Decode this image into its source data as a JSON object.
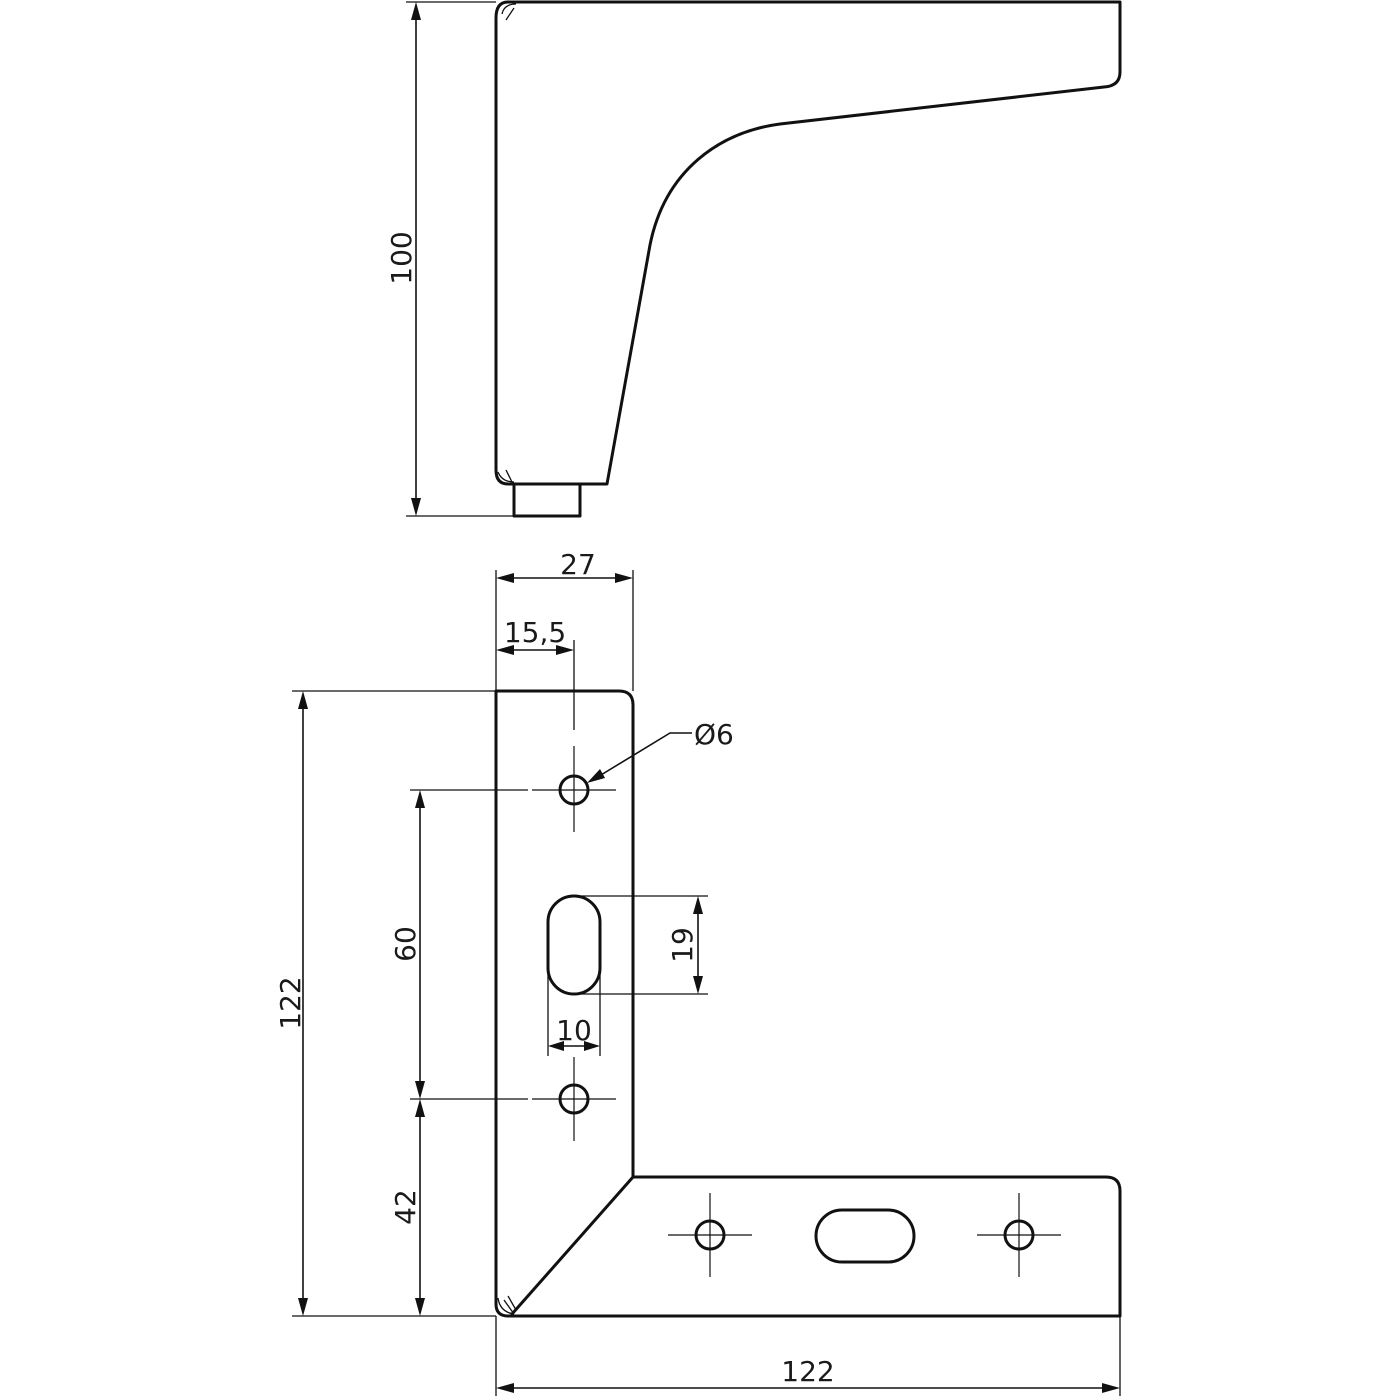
{
  "drawing": {
    "views": [
      "side-view",
      "plan-view"
    ],
    "dimensions": {
      "height": "100",
      "width": "27",
      "hole_offset": "15,5",
      "hole_diameter": "Ø6",
      "total_length": "122",
      "hole_spacing": "60",
      "slot_length": "19",
      "slot_width": "10",
      "bottom_offset": "42",
      "bottom_length": "122"
    }
  }
}
